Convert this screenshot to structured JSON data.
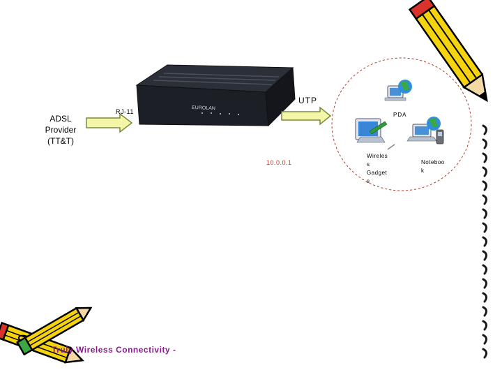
{
  "labels": {
    "provider": "ADSL\nProvider\n(TT&T)",
    "rj11": "RJ-11",
    "utp": "UTP",
    "pda": "PDA",
    "ip": "10.0.0.1",
    "gadgets": "Wireles\ns\nGadget\ns",
    "notebook": "Noteboo\nk"
  },
  "footer": "Truly Wireless Connectivity -",
  "modem_brand": "EUROLAN",
  "colors": {
    "arrow_fill": "#f4f7a8",
    "arrow_stroke": "#7a8a3a",
    "circle_dash": "#b03a2e",
    "ip_text": "#c0392b",
    "footer_text": "#8b1a8b",
    "modem_body": "#1c1f26",
    "pencil_yellow": "#f5d40f",
    "pencil_red": "#d9342b",
    "notebook_line": "#1a1a1a"
  },
  "icons": [
    "modem-icon",
    "pda-globe-icon",
    "wireless-gadget-icon",
    "notebook-icon",
    "pencil-icon",
    "pencils-icon"
  ]
}
